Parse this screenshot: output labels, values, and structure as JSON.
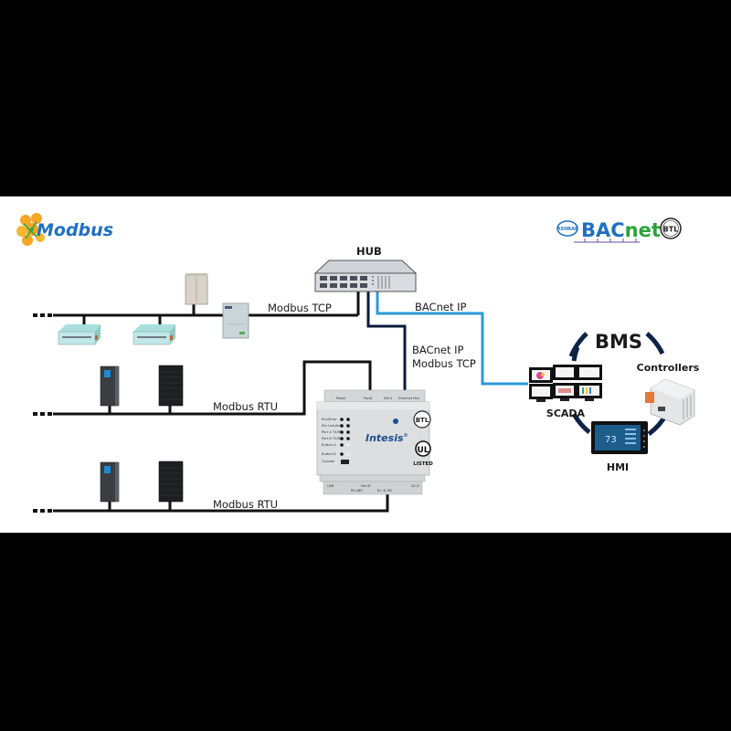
{
  "logos": {
    "modbus": {
      "text": "Modbus",
      "color": "#1f6fc1",
      "flower_color": "#f5a623"
    },
    "bacnet": {
      "ashrae": "ASHRAE",
      "text_bac": "BAC",
      "text_net": "net",
      "tm": "™",
      "bac_color": "#1f6fc1",
      "net_color": "#2aa43a",
      "btl": "BTL"
    }
  },
  "hub": {
    "label": "HUB"
  },
  "links": {
    "modbus_tcp": "Modbus TCP",
    "bacnet_ip": "BACnet IP",
    "gateway_link_line1": "BACnet IP",
    "gateway_link_line2": "Modbus TCP",
    "modbus_rtu_1": "Modbus RTU",
    "modbus_rtu_2": "Modbus RTU",
    "line_colors": {
      "black": "#111111",
      "navy": "#0b1a3a",
      "blue": "#2a9ad8"
    }
  },
  "gateway": {
    "brand": "Intesis",
    "brand_mark": "®",
    "top_labels": [
      "Power",
      "PortA",
      "SW A",
      "Ethernet Port"
    ],
    "leds": [
      "Run/Error",
      "Eth Link/Act",
      "Port A TX/RX",
      "Port B TX/RX",
      "Button A",
      "Button B",
      "Console"
    ],
    "bottom_labels": [
      "USB",
      "Port B",
      "RS-485",
      "B+ B- B0",
      "DC B"
    ],
    "ul_text": "UL",
    "ul_listed": "LISTED",
    "btl": "BTL"
  },
  "bms": {
    "title": "BMS",
    "nodes": {
      "scada": "SCADA",
      "controllers": "Controllers",
      "hmi": "HMI"
    },
    "hmi_reading": "73",
    "ring_color": "#0f2346"
  }
}
